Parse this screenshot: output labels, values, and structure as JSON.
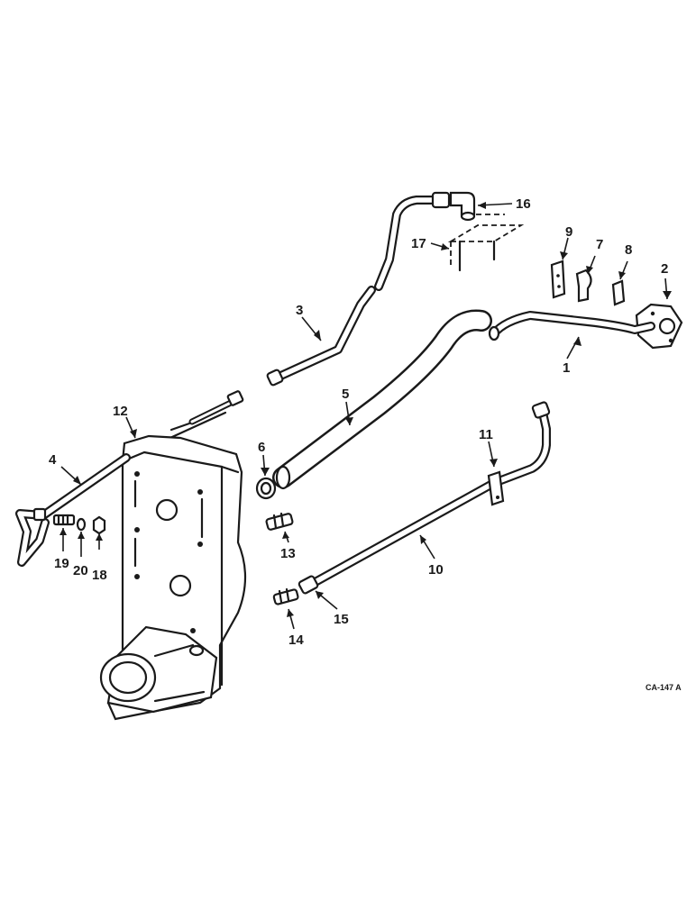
{
  "diagram": {
    "drawing_code": "CA-147 A",
    "callouts": [
      {
        "id": "c1",
        "label": "1"
      },
      {
        "id": "c2",
        "label": "2"
      },
      {
        "id": "c3",
        "label": "3"
      },
      {
        "id": "c4",
        "label": "4"
      },
      {
        "id": "c5",
        "label": "5"
      },
      {
        "id": "c6",
        "label": "6"
      },
      {
        "id": "c7",
        "label": "7"
      },
      {
        "id": "c8",
        "label": "8"
      },
      {
        "id": "c9",
        "label": "9"
      },
      {
        "id": "c10",
        "label": "10"
      },
      {
        "id": "c11",
        "label": "11"
      },
      {
        "id": "c12",
        "label": "12"
      },
      {
        "id": "c13",
        "label": "13"
      },
      {
        "id": "c14",
        "label": "14"
      },
      {
        "id": "c15",
        "label": "15"
      },
      {
        "id": "c16",
        "label": "16"
      },
      {
        "id": "c17",
        "label": "17"
      },
      {
        "id": "c18",
        "label": "18"
      },
      {
        "id": "c19",
        "label": "19"
      },
      {
        "id": "c20",
        "label": "20"
      }
    ]
  }
}
